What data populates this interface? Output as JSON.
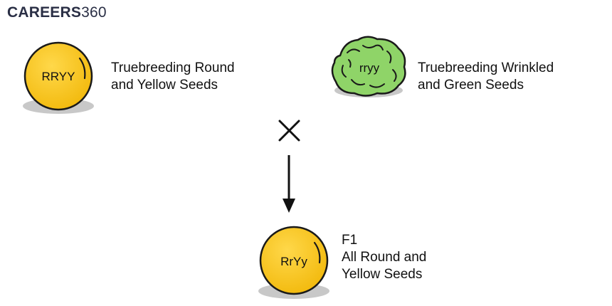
{
  "logo": {
    "bold": "CAREERS",
    "light": "360"
  },
  "parent1": {
    "genotype": "RRYY",
    "line1": "Truebreeding Round",
    "line2": "and Yellow Seeds"
  },
  "parent2": {
    "genotype": "rryy",
    "line1": "Truebreeding Wrinkled",
    "line2": "and Green Seeds"
  },
  "cross_symbol": "×",
  "offspring": {
    "genotype": "RrYy",
    "line1": "F1",
    "line2": "All Round and",
    "line3": "Yellow Seeds"
  },
  "colors": {
    "yellow_seed": "#f5c518",
    "green_seed": "#8fd468",
    "shadow": "#c8c8c8",
    "outline": "#1a1a1a"
  }
}
